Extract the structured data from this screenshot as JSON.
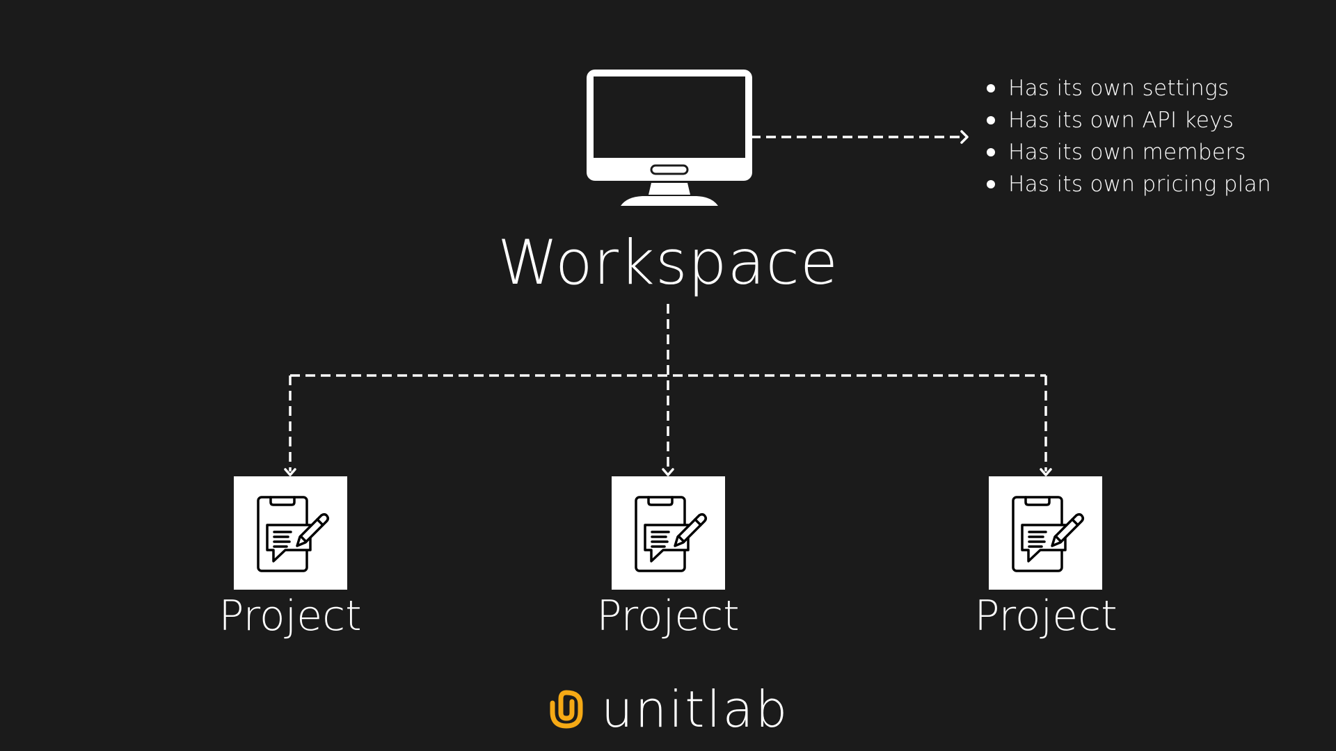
{
  "diagram": {
    "root": {
      "label": "Workspace",
      "icon": "desktop-monitor-icon",
      "properties": [
        "Has its own settings",
        "Has its own API keys",
        "Has its own members",
        "Has its own pricing plan"
      ]
    },
    "children": [
      {
        "label": "Project",
        "icon": "clipboard-edit-icon"
      },
      {
        "label": "Project",
        "icon": "clipboard-edit-icon"
      },
      {
        "label": "Project",
        "icon": "clipboard-edit-icon"
      }
    ],
    "edges": [
      {
        "from": "Workspace",
        "to": "properties",
        "style": "dashed-arrow"
      },
      {
        "from": "Workspace",
        "to": "Project 1",
        "style": "dashed-arrow"
      },
      {
        "from": "Workspace",
        "to": "Project 2",
        "style": "dashed-arrow"
      },
      {
        "from": "Workspace",
        "to": "Project 3",
        "style": "dashed-arrow"
      }
    ]
  },
  "brand": {
    "name": "unitlab",
    "accent_color": "#f5a915"
  },
  "colors": {
    "background": "#1b1b1b",
    "foreground": "#ffffff"
  }
}
